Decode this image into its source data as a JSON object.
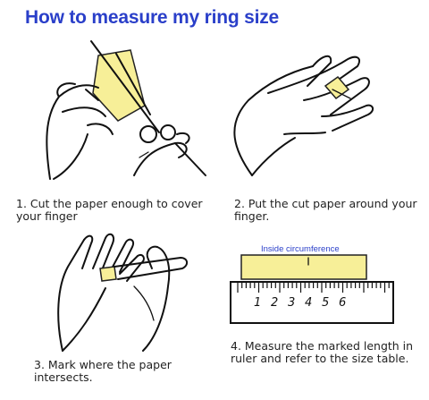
{
  "title": "How to measure my ring size",
  "colors": {
    "title": "#2a3fc9",
    "paper": "#f7ef98",
    "label": "#2a3fc9",
    "ink": "#111111"
  },
  "steps": [
    {
      "line1": "1. Cut the paper enough to cover",
      "line2": "your finger",
      "illustration": "hands-cutting-paper-with-scissors"
    },
    {
      "line1": "2. Put the cut paper around your",
      "line2": "finger.",
      "illustration": "hand-with-paper-wrapped-on-finger"
    },
    {
      "line1": "3. Mark where the paper",
      "line2": "intersects.",
      "illustration": "hand-marking-paper-with-pen"
    },
    {
      "line1": "4. Measure the marked length in",
      "line2": "ruler and refer to the size table.",
      "illustration": "paper-strip-over-ruler"
    }
  ],
  "ruler": {
    "strip_label": "Inside circumference",
    "numbers": [
      "1",
      "2",
      "3",
      "4",
      "5",
      "6"
    ]
  }
}
